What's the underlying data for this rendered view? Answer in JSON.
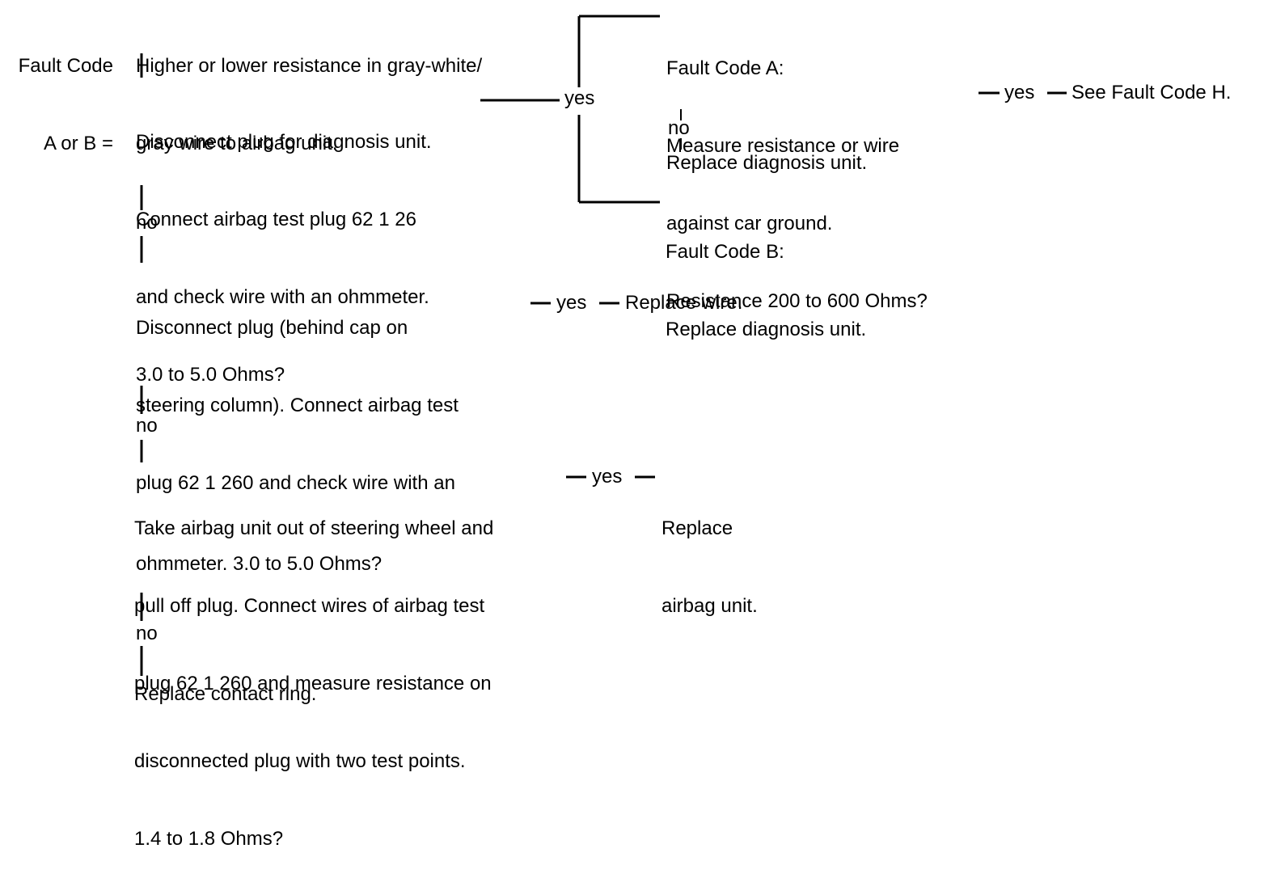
{
  "header": {
    "fault_code_line1": "Fault Code",
    "fault_code_line2": "A or B ="
  },
  "steps": {
    "step0": [
      "Higher or lower resistance in gray-white/",
      "gray wire to airbag unit."
    ],
    "step1": [
      "Disconnect plug for diagnosis unit.",
      "Connect airbag test plug 62 1 26",
      "and check wire with an ohmmeter.",
      "3.0 to 5.0 Ohms?"
    ],
    "step2": [
      "Disconnect plug (behind cap on",
      "steering column). Connect airbag test",
      "plug 62 1 260 and check wire with an",
      "ohmmeter. 3.0 to 5.0 Ohms?"
    ],
    "step3": [
      "Take airbag unit out of steering wheel and",
      "pull off plug. Connect wires of airbag test",
      "plug 62 1 260 and measure resistance on",
      "disconnected plug with two test points.",
      "1.4 to 1.8 Ohms?"
    ],
    "final": "Replace contact ring."
  },
  "branch_labels": {
    "yes": "yes",
    "no": "no"
  },
  "right_branch": {
    "fault_a": [
      "Fault Code A:",
      "Measure resistance or wire",
      "against car ground.",
      "Resistance 200 to 600 Ohms?"
    ],
    "fault_a_yes_result": "See Fault Code H.",
    "fault_a_no_result": "Replace diagnosis unit.",
    "fault_b": [
      "Fault Code B:",
      "Replace diagnosis unit."
    ]
  },
  "outcomes": {
    "step2_yes": "Replace wire.",
    "step3_yes": [
      "Replace",
      "airbag unit."
    ]
  }
}
